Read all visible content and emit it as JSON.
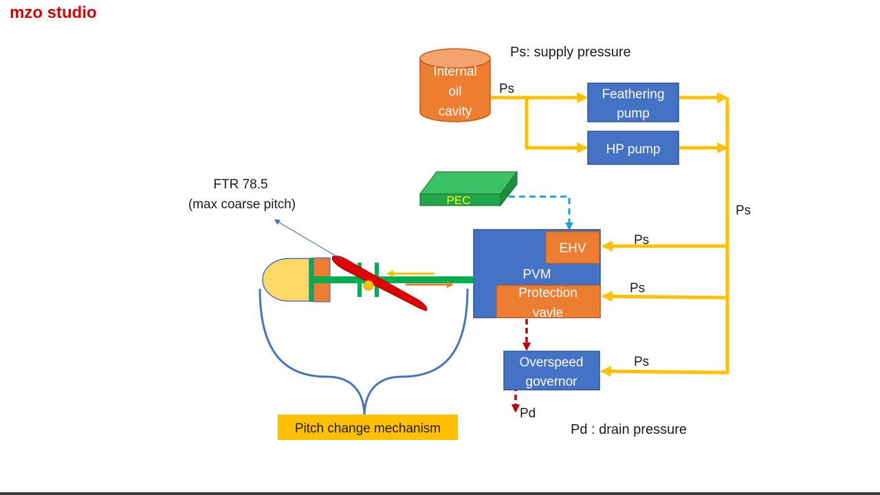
{
  "brand": {
    "text": "mzo studio",
    "color": "#e00000"
  },
  "legend": {
    "supply": "Ps: supply pressure",
    "drain": "Pd : drain pressure"
  },
  "tank": {
    "line1": "Internal",
    "line2": "oil",
    "line3": "cavity"
  },
  "pumps": {
    "feathering_line1": "Feathering",
    "feathering_line2": "pump",
    "hp": "HP pump"
  },
  "pec": {
    "label": "PEC"
  },
  "pvm": {
    "label": "PVM",
    "ehv": "EHV",
    "protection_line1": "Protection",
    "protection_line2": "vavle"
  },
  "governor": {
    "line1": "Overspeed",
    "line2": "governor"
  },
  "pressure_labels": {
    "ps_tank": "Ps",
    "ps_manifold": "Ps",
    "ps_ehv": "Ps",
    "ps_protection": "Ps",
    "ps_governor": "Ps",
    "pd": "Pd"
  },
  "ftr": {
    "line1": "FTR 78.5",
    "line2": "(max coarse pitch)"
  },
  "mechanism": {
    "label": "Pitch change mechanism"
  },
  "colors": {
    "blue_box": "#4472c4",
    "orange": "#ed7d31",
    "yellow_flow": "#ffc000",
    "green": "#00b050",
    "pec_green": "#21a44a",
    "pec_text": "#ffff00",
    "blade_red": "#e00000",
    "drain_red": "#c00000",
    "signal_blue": "#1f9fe0",
    "piston_yellow": "#ffd966"
  }
}
